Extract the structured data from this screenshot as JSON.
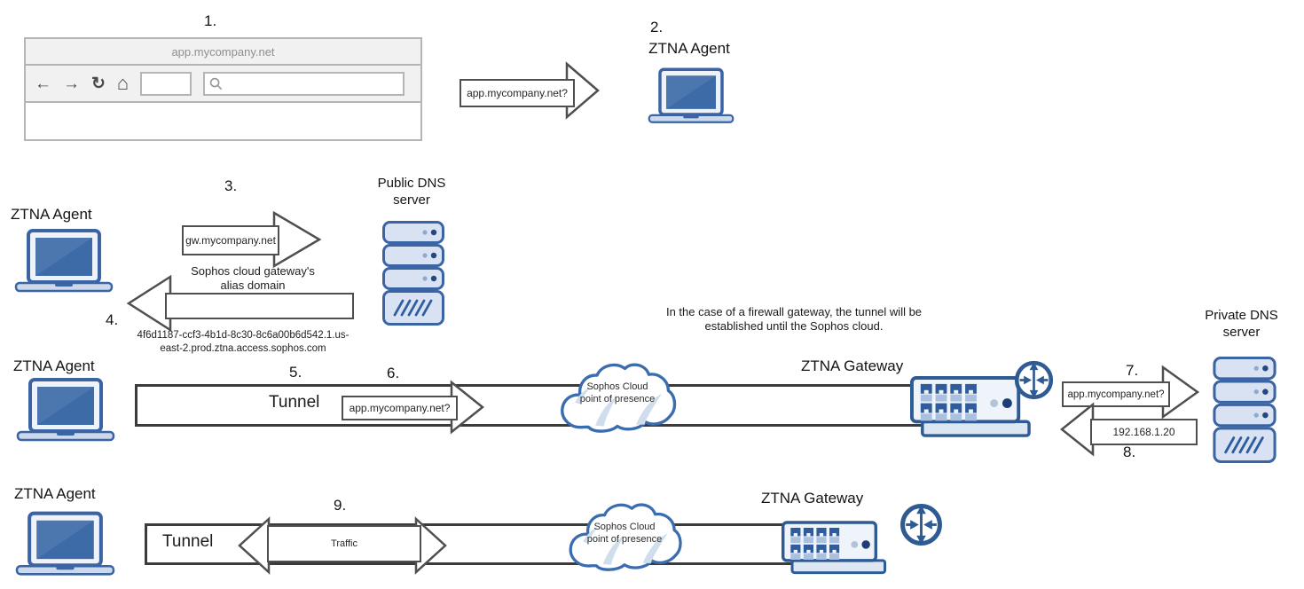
{
  "colors": {
    "icon_stroke": "#3a64a4",
    "switch_stroke": "#2f5b94",
    "screen_blue": "#3d6ba8",
    "light_blue_fill": "#ccd9ed",
    "pale_fill": "#eff3fa",
    "arrow_border": "#4f4f4f",
    "tunnel_border": "#3b3b3b",
    "browser_chrome": "#f1f1f1",
    "browser_border": "#b5b5b5",
    "browser_title_text": "#8f8f8f"
  },
  "icons": {
    "back_arrow": "←",
    "forward_arrow": "→",
    "reload": "↻",
    "home": "⌂"
  },
  "browser": {
    "step": "1.",
    "title": "app.mycompany.net",
    "address_value": "",
    "search_value": ""
  },
  "step2": {
    "step": "2.",
    "request": "app.mycompany.net?",
    "agent": "ZTNA Agent"
  },
  "dns_lookup": {
    "agent": "ZTNA Agent",
    "step_request": "3.",
    "request": "gw.mycompany.net",
    "server": "Public DNS server",
    "step_response": "4.",
    "response_caption": "Sophos cloud gateway's alias domain",
    "response_value": "4f6d1187-ccf3-4b1d-8c30-8c6a00b6d542.1.us-east-2.prod.ztna.access.sophos.com"
  },
  "note": "In the case of a firewall gateway, the tunnel will be established until the Sophos cloud.",
  "tunnel_flow": {
    "agent": "ZTNA Agent",
    "step_tunnel": "5.",
    "tunnel": "Tunnel",
    "step_query": "6.",
    "query": "app.mycompany.net?",
    "cloud_line1": "Sophos Cloud",
    "cloud_line2": "point of presence",
    "gateway": "ZTNA Gateway",
    "step_dns_query": "7.",
    "dns_query": "app.mycompany.net?",
    "server": "Private DNS server",
    "step_dns_response": "8.",
    "dns_response": "192.168.1.20"
  },
  "traffic_flow": {
    "agent": "ZTNA Agent",
    "tunnel": "Tunnel",
    "step": "9.",
    "traffic": "Traffic",
    "cloud_line1": "Sophos Cloud",
    "cloud_line2": "point of presence",
    "gateway": "ZTNA Gateway"
  }
}
